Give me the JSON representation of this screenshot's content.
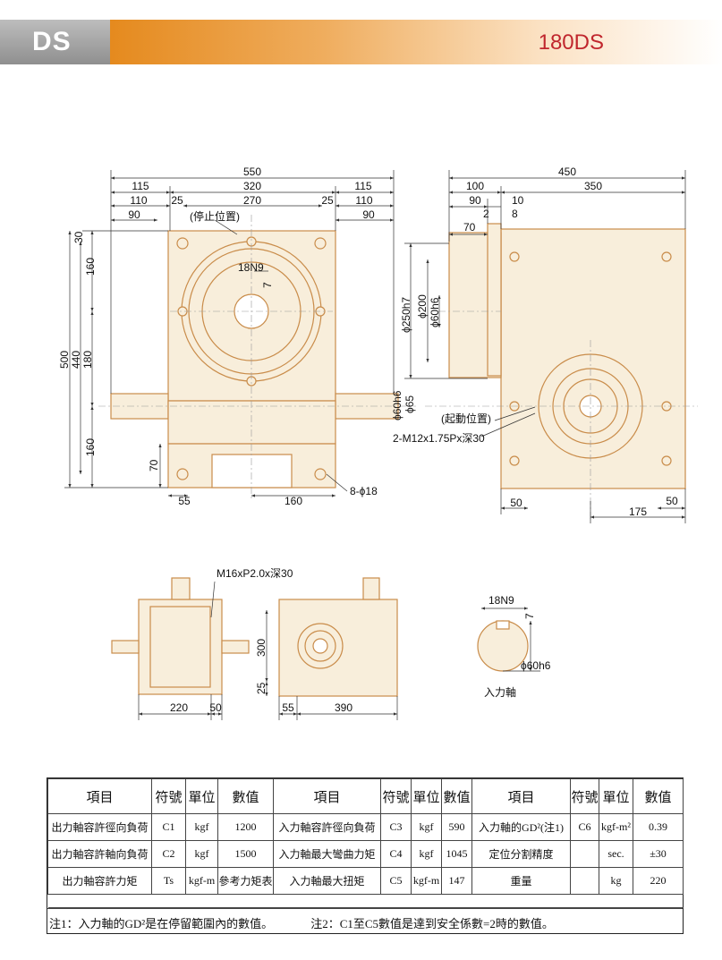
{
  "header": {
    "series": "DS",
    "model": "180DS"
  },
  "colors": {
    "header_orange": "#e58a1e",
    "header_gray": "#9e9e9e",
    "model_red": "#c0262d",
    "drawing_tan": "#f8eedb",
    "drawing_line": "#c98c4a",
    "dim_line": "#333333"
  },
  "drawing": {
    "front": {
      "d550": "550",
      "d115a": "115",
      "d320": "320",
      "d115b": "115",
      "d110a": "110",
      "d25a": "25",
      "d270": "270",
      "d25b": "25",
      "d110b": "110",
      "d90a": "90",
      "d90b": "90",
      "stop": "(停止位置)",
      "key": "18N9",
      "k7": "7",
      "v30": "30",
      "v160a": "160",
      "v500": "500",
      "v440": "440",
      "v180": "180",
      "v160b": "160",
      "v70": "70",
      "d55": "55",
      "d160": "160",
      "holes": "8-ϕ18"
    },
    "side": {
      "d450": "450",
      "d100": "100",
      "d350": "350",
      "d90": "90",
      "d10": "10",
      "d2": "2",
      "d8": "8",
      "d70": "70",
      "phi250": "ϕ250h7",
      "phi200": "ϕ200",
      "phi60a": "ϕ60h6",
      "phi60b": "ϕ60h6",
      "phi65": "ϕ65",
      "start": "(起動位置)",
      "thread": "2-M12x1.75Px深30",
      "d50a": "50",
      "d175": "175",
      "d50b": "50"
    },
    "top": {
      "thread": "M16xP2.0x深30",
      "d220": "220",
      "d50": "50"
    },
    "end": {
      "d300": "300",
      "d25": "25",
      "d55": "55",
      "d390": "390"
    },
    "shaft": {
      "key": "18N9",
      "k7": "7",
      "phi": "ϕ60h6",
      "label": "入力軸"
    }
  },
  "spec_table": {
    "headers": [
      "項目",
      "符號",
      "單位",
      "數值",
      "項目",
      "符號",
      "單位",
      "數值",
      "項目",
      "符號",
      "單位",
      "數值"
    ],
    "rows": [
      [
        "出力軸容許徑向負荷",
        "C1",
        "kgf",
        "1200",
        "入力軸容許徑向負荷",
        "C3",
        "kgf",
        "590",
        "入力軸的GD²(注1)",
        "C6",
        "kgf-m²",
        "0.39"
      ],
      [
        "出力軸容許軸向負荷",
        "C2",
        "kgf",
        "1500",
        "入力軸最大彎曲力矩",
        "C4",
        "kgf",
        "1045",
        "定位分割精度",
        "",
        "sec.",
        "±30"
      ],
      [
        "出力軸容許力矩",
        "Ts",
        "kgf-m",
        "參考力矩表",
        "入力軸最大扭矩",
        "C5",
        "kgf-m",
        "147",
        "重量",
        "",
        "kg",
        "220"
      ]
    ],
    "note1": "注1：入力軸的GD²是在停留範圍內的數值。",
    "note2": "注2：C1至C5數值是達到安全係數=2時的數值。"
  }
}
